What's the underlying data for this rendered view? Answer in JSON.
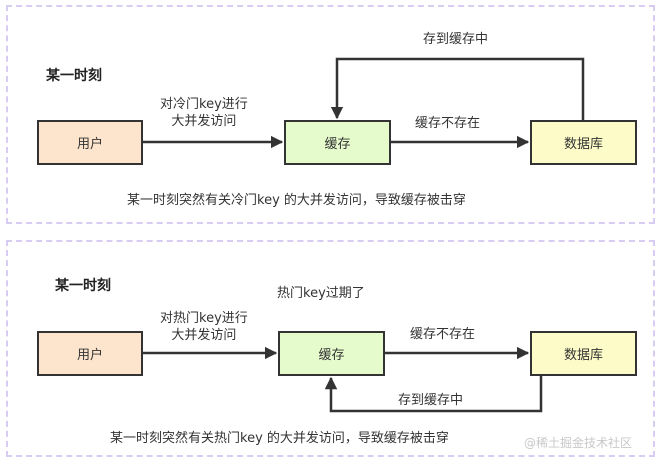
{
  "panels": [
    {
      "title": "某一时刻",
      "nodes": {
        "user": "用户",
        "cache": "缓存",
        "db": "数据库"
      },
      "edge_user_cache": [
        "对冷门key进行",
        "大并发访问"
      ],
      "edge_cache_db": "缓存不存在",
      "edge_db_cache": "存到缓存中",
      "caption": "某一时刻突然有关冷门key 的大并发访问，导致缓存被击穿"
    },
    {
      "title": "某一时刻",
      "note": "热门key过期了",
      "nodes": {
        "user": "用户",
        "cache": "缓存",
        "db": "数据库"
      },
      "edge_user_cache": [
        "对热门key进行",
        "大并发访问"
      ],
      "edge_cache_db": "缓存不存在",
      "edge_db_cache": "存到缓存中",
      "caption": "某一时刻突然有关热门key 的大并发访问，导致缓存被击穿"
    }
  ],
  "watermark": "@稀土掘金技术社区",
  "colors": {
    "user": "#fde4cc",
    "cache": "#e5fbcc",
    "db": "#fdfcc8",
    "border": "#d9ccf2"
  }
}
